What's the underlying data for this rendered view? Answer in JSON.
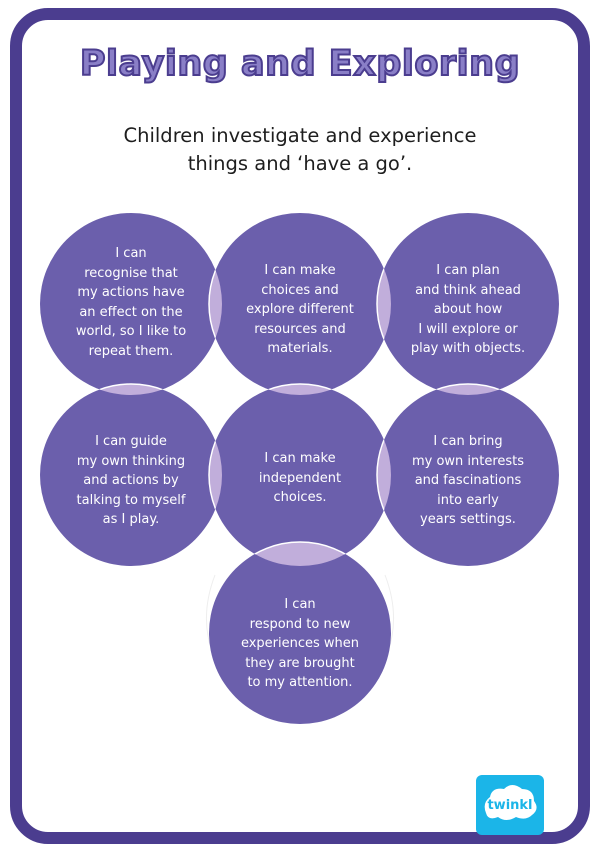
{
  "title": "Playing and Exploring",
  "subtitle": "Children investigate and experience\nthings and ‘have a go’.",
  "colors": {
    "border": "#4b3d8f",
    "circle": "#6b5fac",
    "overlap": "#c1aedb",
    "title_fill": "#8a7fc7",
    "logo_bg": "#1bb5e8"
  },
  "statements": [
    "I can\nrecognise that\nmy actions have\nan effect on the\nworld, so I like to\nrepeat them.",
    "I can make\nchoices and\nexplore different\nresources and\nmaterials.",
    "I can plan\nand think ahead\nabout how\nI will explore or\nplay with objects.",
    "I can guide\nmy own thinking\nand actions by\ntalking to myself\nas I play.",
    "I can make\nindependent\nchoices.",
    "I can bring\nmy own interests\nand fascinations\ninto early\nyears settings.",
    "I can\nrespond to new\nexperiences when\nthey are brought\nto my attention."
  ],
  "logo": {
    "text": "twinkl",
    "icon": "twinkl-logo-icon"
  }
}
